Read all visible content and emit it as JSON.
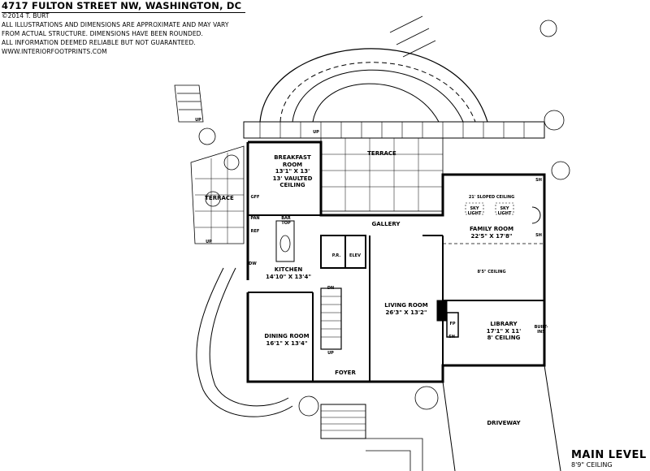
{
  "header": {
    "title": "4717 FULTON STREET NW, WASHINGTON, DC",
    "copyright": "©2014 T. BURT",
    "disclaimer_1": "ALL ILLUSTRATIONS AND DIMENSIONS ARE APPROXIMATE AND MAY VARY",
    "disclaimer_2": "FROM ACTUAL STRUCTURE. DIMENSIONS HAVE BEEN ROUNDED.",
    "disclaimer_3": "ALL INFORMATION DEEMED RELIABLE BUT NOT GUARANTEED.",
    "website": "WWW.INTERIORFOOTPRINTS.COM"
  },
  "level": {
    "title": "MAIN LEVEL",
    "ceiling": "8'9\" CEILING"
  },
  "rooms": {
    "breakfast": {
      "name_1": "BREAKFAST",
      "name_2": "ROOM",
      "dims": "13'1\" X 13'",
      "note_1": "13' VAULTED",
      "note_2": "CEILING"
    },
    "terrace_main": {
      "name": "TERRACE"
    },
    "terrace_left": {
      "name": "TERRACE"
    },
    "gallery": {
      "name": "GALLERY"
    },
    "kitchen": {
      "name": "KITCHEN",
      "dims": "14'10\" X 13'4\""
    },
    "family": {
      "name": "FAMILY ROOM",
      "dims": "22'5\" X 17'8\"",
      "ceiling_sloped": "21' SLOPED CEILING",
      "ceiling_flat": "8'5\" CEILING",
      "skylight": "SKY LIGHT"
    },
    "living": {
      "name": "LIVING ROOM",
      "dims": "26'3\" X 13'2\""
    },
    "library": {
      "name": "LIBRARY",
      "dims": "17'1\" X 11'",
      "ceiling": "8' CEILING"
    },
    "dining": {
      "name": "DINING ROOM",
      "dims": "16'1\" X 13'4\""
    },
    "foyer": {
      "name": "FOYER"
    },
    "driveway": {
      "name": "DRIVEWAY"
    }
  },
  "fixtures": {
    "bar_top": "BAR TOP",
    "pantry": "PAN",
    "refrigerator": "REF",
    "dishwasher": "DW",
    "gff": "GFF",
    "powder_room": "P.R.",
    "elevator": "ELEV",
    "fireplace": "FP",
    "shelving": "SH",
    "built_ins": "BUILT-INS",
    "up": "UP",
    "down": "DN"
  }
}
